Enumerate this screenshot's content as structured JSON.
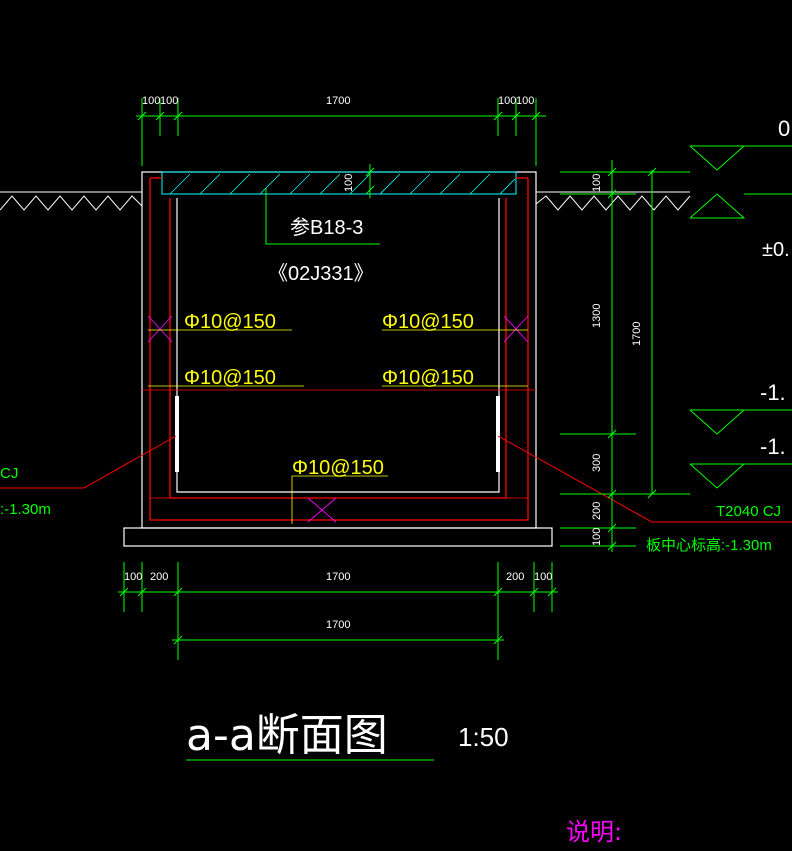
{
  "colors": {
    "background": "#000000",
    "dimension": "#00ff00",
    "wall": "#ffffff",
    "rebar": "#ff0000",
    "rebar_label": "#ffff00",
    "note": "#ff00ff",
    "leader": "#ff0000"
  },
  "dimensions": {
    "top": [
      "100",
      "100",
      "1700",
      "100",
      "100"
    ],
    "bottom1": [
      "100",
      "200",
      "1700",
      "200",
      "100"
    ],
    "bottom2": "1700",
    "right_left_col": [
      "100",
      "1300",
      "300",
      "200",
      "100"
    ],
    "right_overall": "1700",
    "slab_thickness": "100"
  },
  "annotations": {
    "reference_line1": "参B18-3",
    "reference_line2": "《02J331》",
    "rebar_upper_left": "Φ10@150",
    "rebar_upper_right": "Φ10@150",
    "rebar_lower_left": "Φ10@150",
    "rebar_lower_right": "Φ10@150",
    "rebar_bottom": "Φ10@150"
  },
  "elevations": {
    "top_value": "0",
    "second_value": "±0.",
    "third_value": "-1.",
    "fourth_value": "-1."
  },
  "left_note": {
    "line1": "CJ",
    "line2": ":-1.30m"
  },
  "right_note": {
    "line1": "T2040 CJ",
    "line2": "板中心标高:-1.30m"
  },
  "title": {
    "name": "a-a断面图",
    "scale": "1:50"
  },
  "notes_heading": "说明:"
}
